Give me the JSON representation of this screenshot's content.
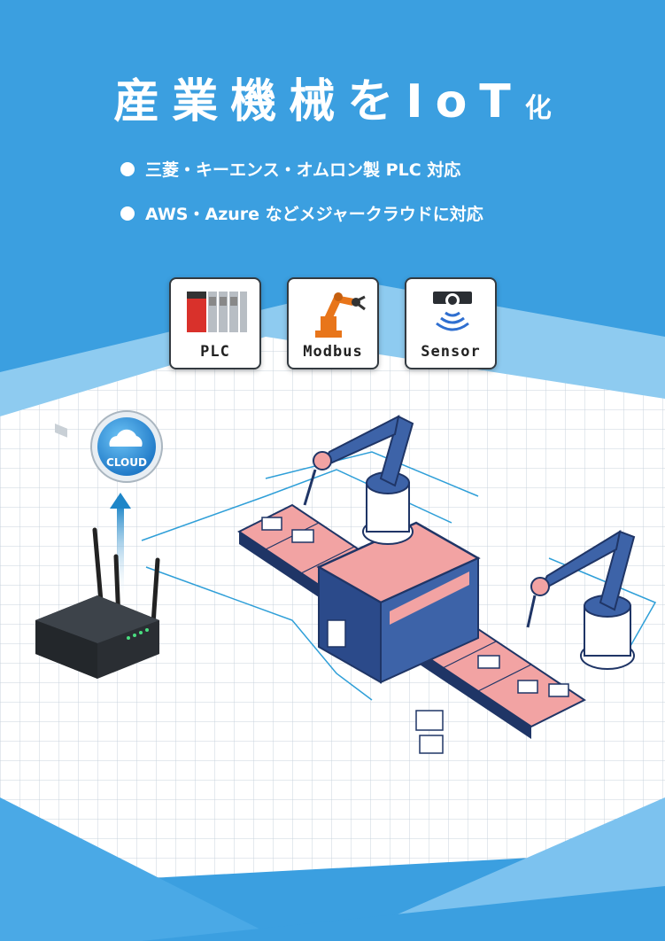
{
  "title": {
    "main": "産業機械をIoT",
    "suffix": "化"
  },
  "bullets": [
    "三菱・キーエンス・オムロン製 PLC 対応",
    "AWS・Azure などメジャークラウドに対応"
  ],
  "cards": {
    "plc": "PLC",
    "modbus": "Modbus",
    "sensor": "Sensor"
  },
  "cloud": {
    "label": "CLOUD"
  },
  "colors": {
    "background_blue": "#3b9fe0",
    "grid_floor": "#ffffff",
    "machine_navy": "#1f3566",
    "conveyor_pink": "#f2a3a3",
    "robot_orange": "#e8751a",
    "plc_red": "#d9312b"
  }
}
